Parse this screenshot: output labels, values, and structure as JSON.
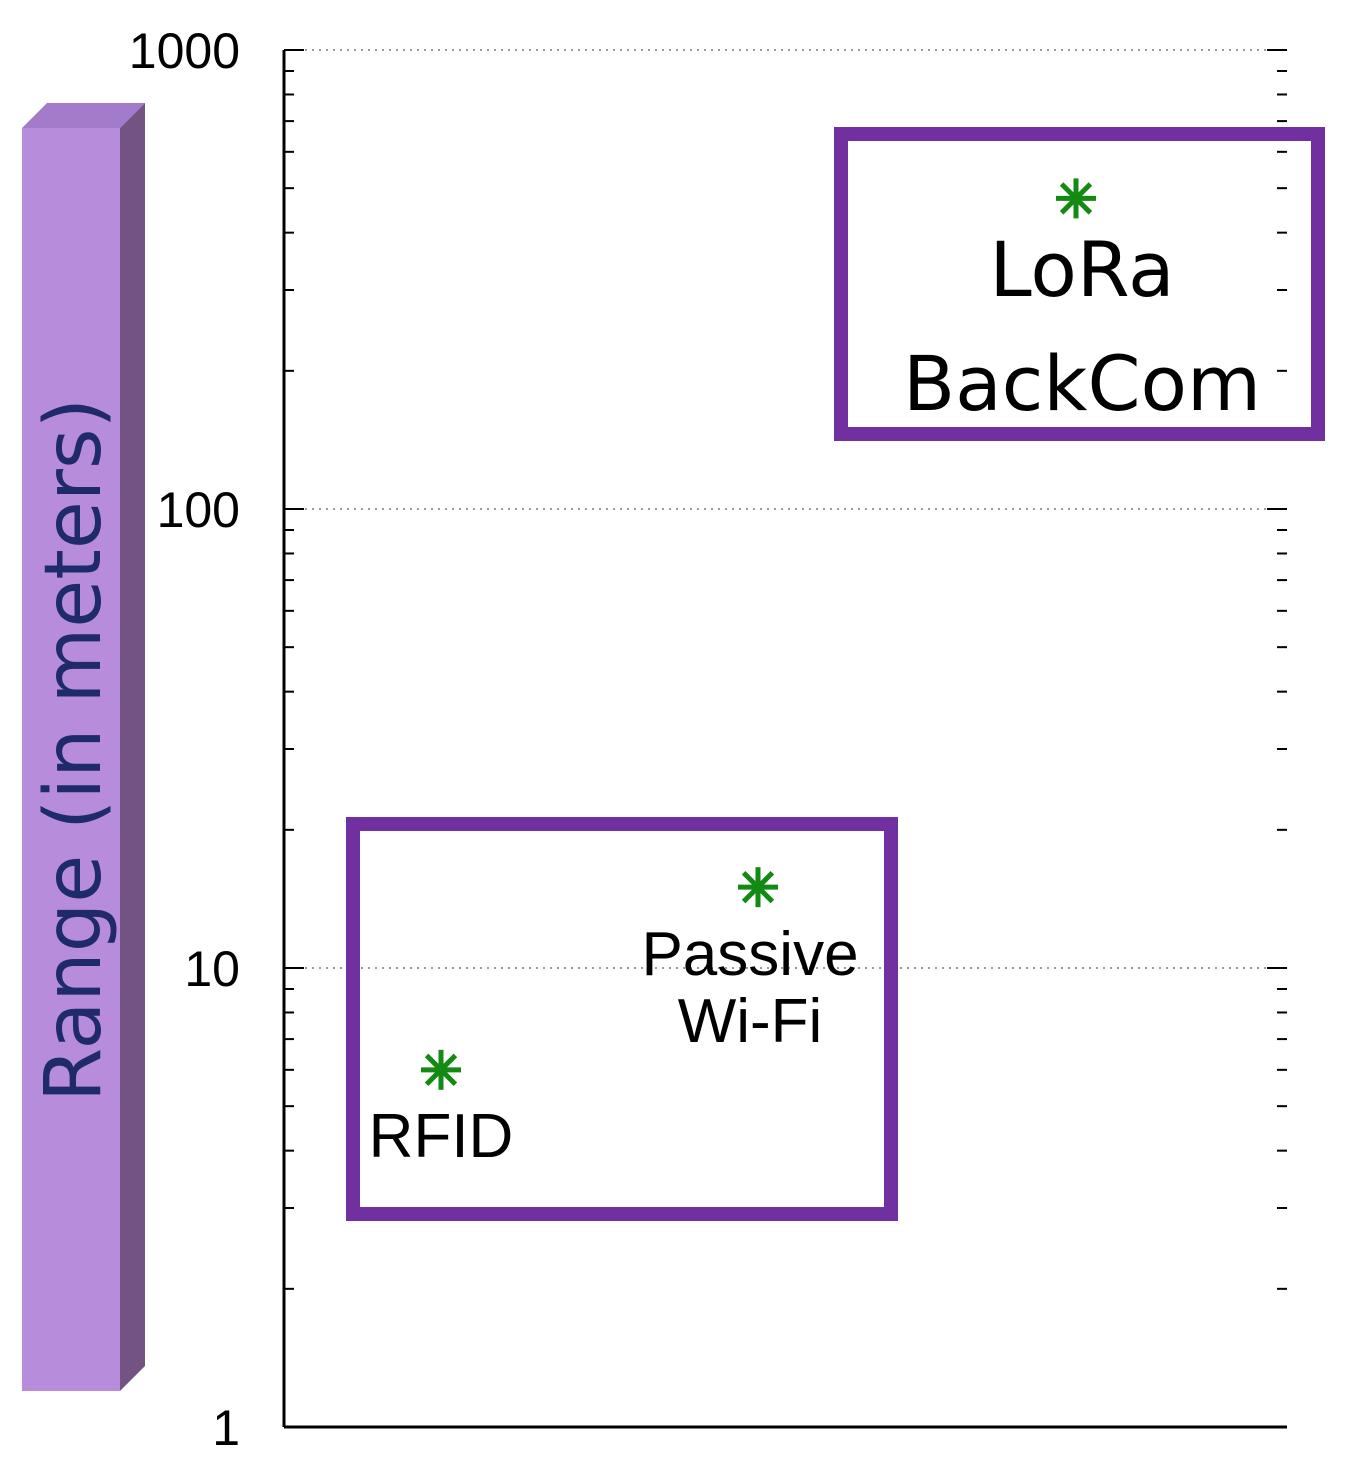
{
  "chart_data": {
    "type": "scatter",
    "title": "",
    "xlabel": "",
    "ylabel": "Range (in meters)",
    "yscale": "log",
    "ylim": [
      1,
      1000
    ],
    "yticks": [
      "1",
      "10",
      "100",
      "1000"
    ],
    "grid": "horizontal dotted at decades",
    "colors": {
      "marker": "#138a13",
      "box": "#7030a0",
      "ylabel_bar": "#b78ddb",
      "ylabel_text": "#1f2a6b"
    },
    "points": [
      {
        "label": "RFID",
        "lines": [
          "RFID"
        ],
        "y": 6
      },
      {
        "label": "Passive Wi-Fi",
        "lines": [
          "Passive",
          "Wi-Fi"
        ],
        "y": 15
      },
      {
        "label": "LoRa BackCom",
        "lines": [
          "LoRa",
          "BackCom"
        ],
        "y": 475
      }
    ],
    "groups": [
      {
        "members": [
          "RFID",
          "Passive Wi-Fi"
        ]
      },
      {
        "members": [
          "LoRa BackCom"
        ]
      }
    ]
  }
}
